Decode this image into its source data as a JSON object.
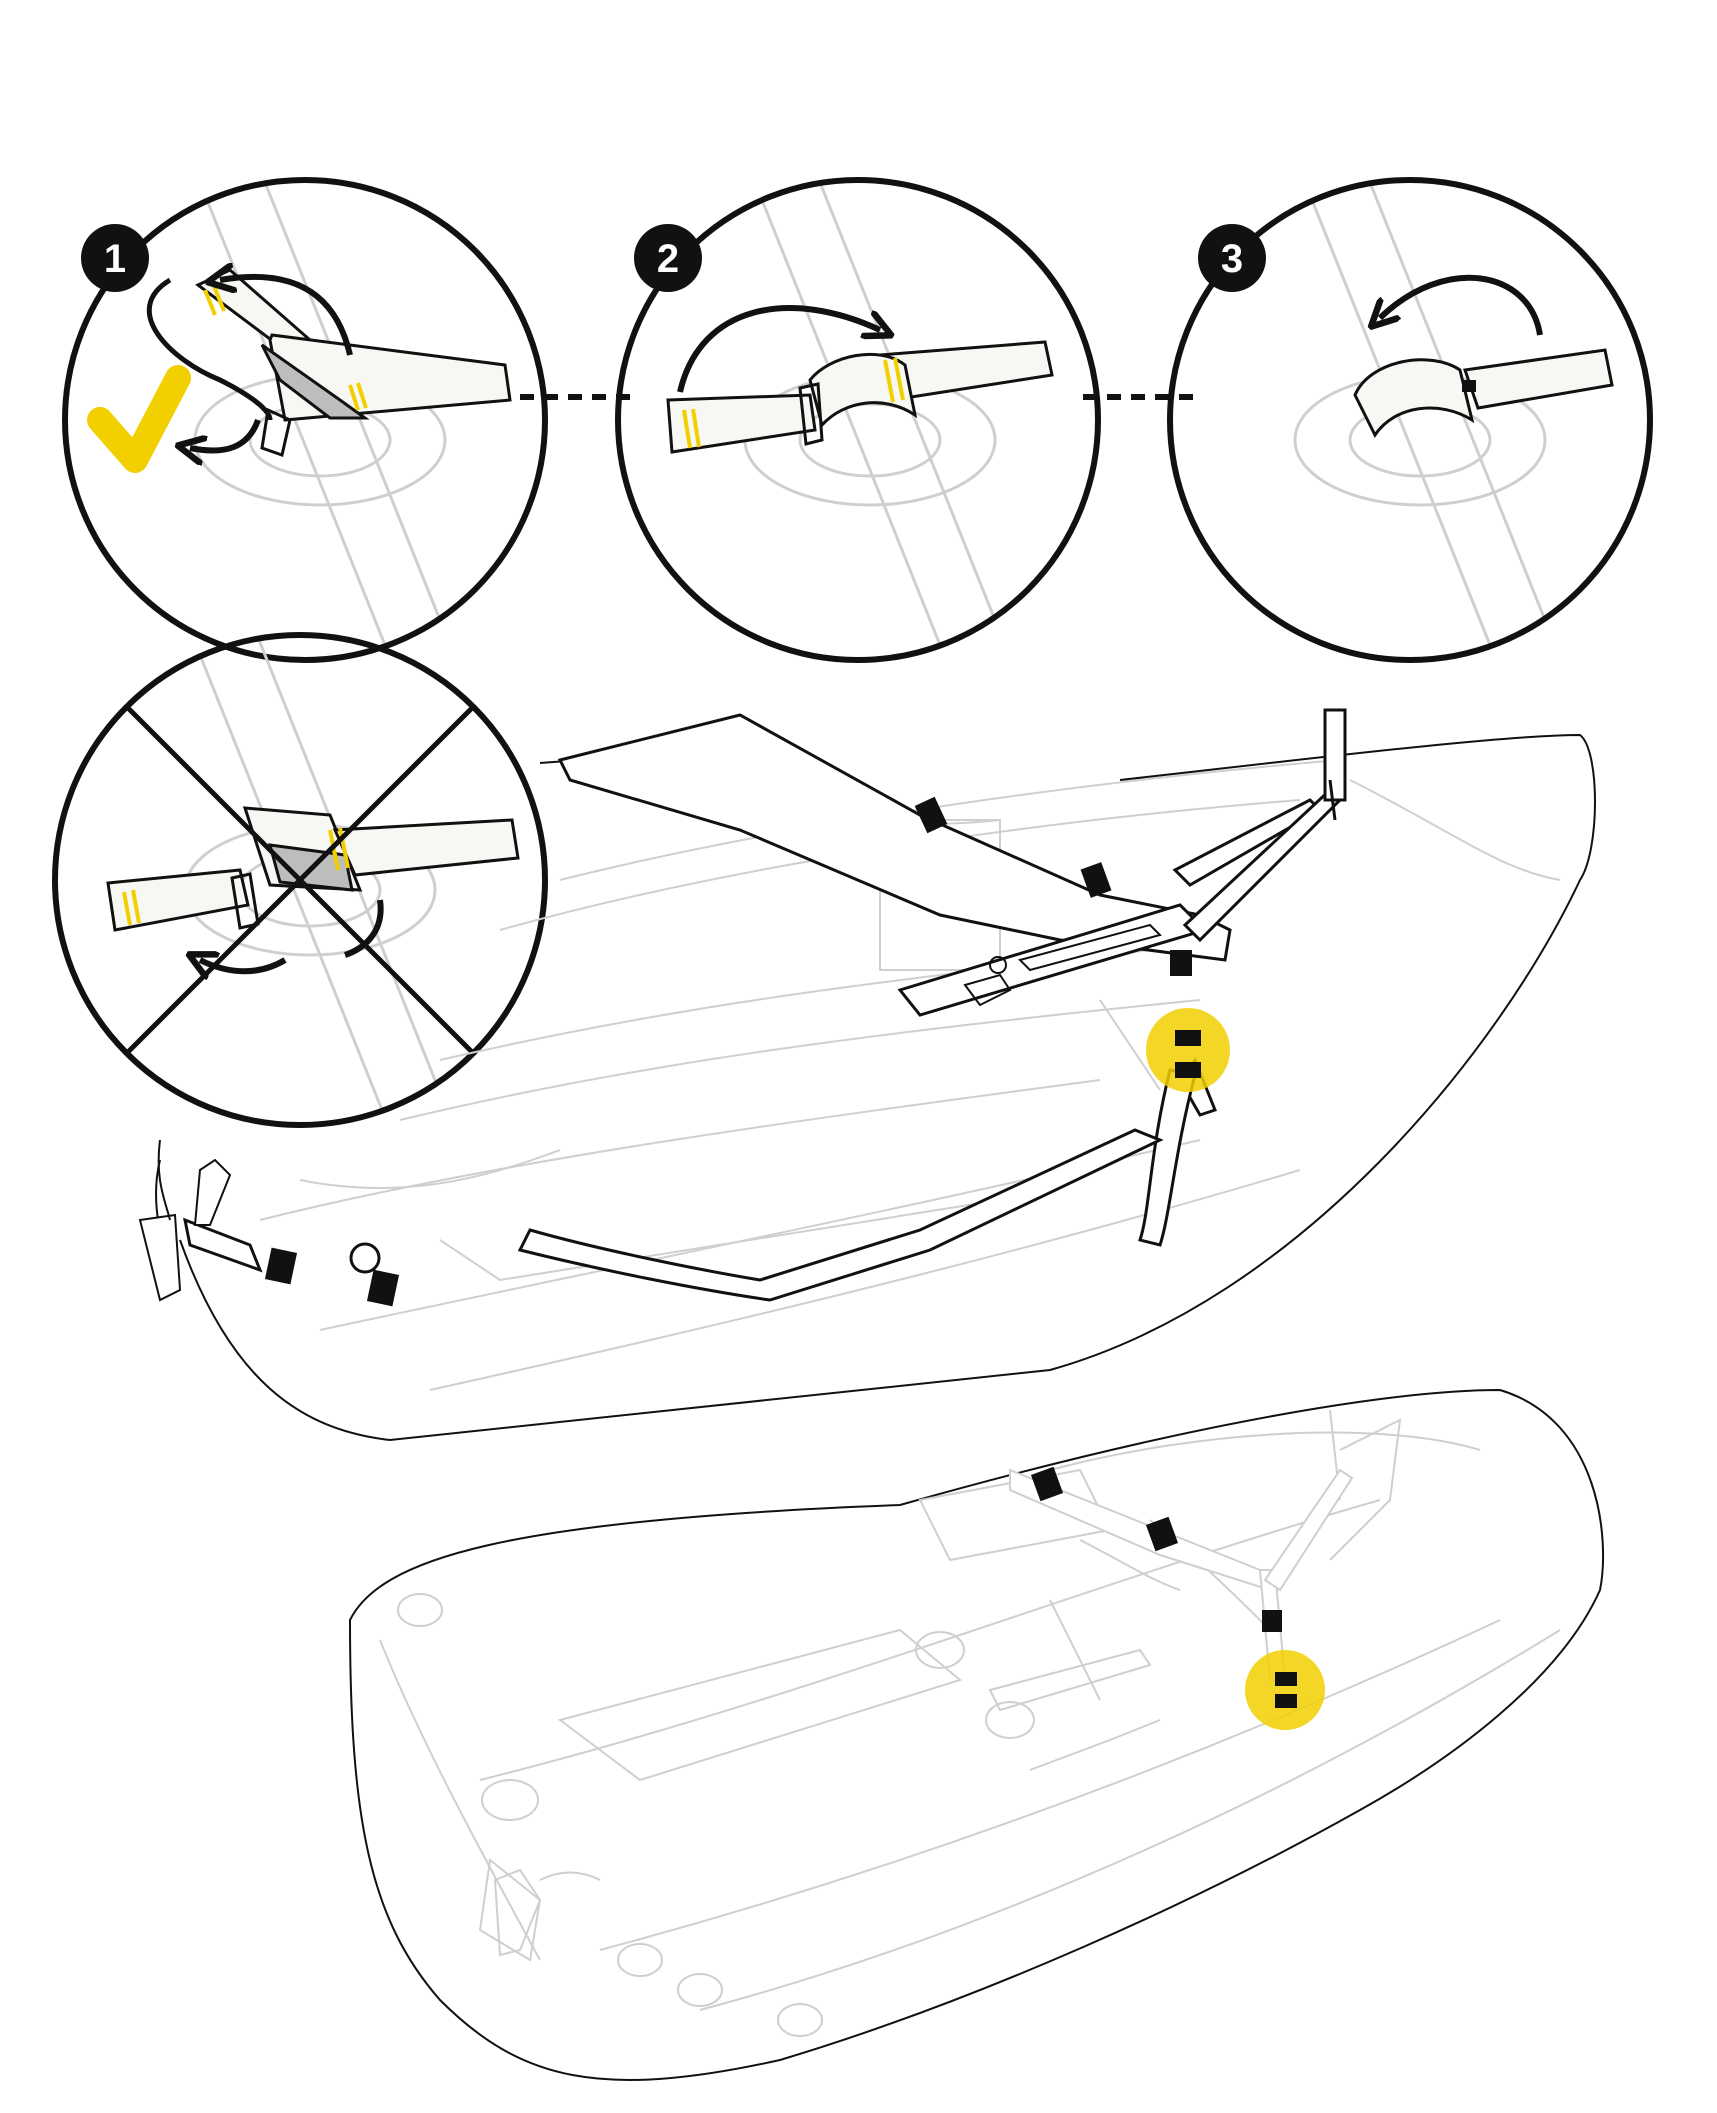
{
  "steps": [
    {
      "number": "1"
    },
    {
      "number": "2"
    },
    {
      "number": "3"
    }
  ],
  "colors": {
    "ink": "#111111",
    "line": "#cfcfcf",
    "accent": "#f2d000",
    "accent_soft": "#f6e27a",
    "strap": "#f7f7f4",
    "shadow": "#bdbdbd"
  },
  "icons": {
    "correct": "checkmark-icon",
    "incorrect": "cross-icon",
    "direction": "curved-arrow-icon"
  }
}
